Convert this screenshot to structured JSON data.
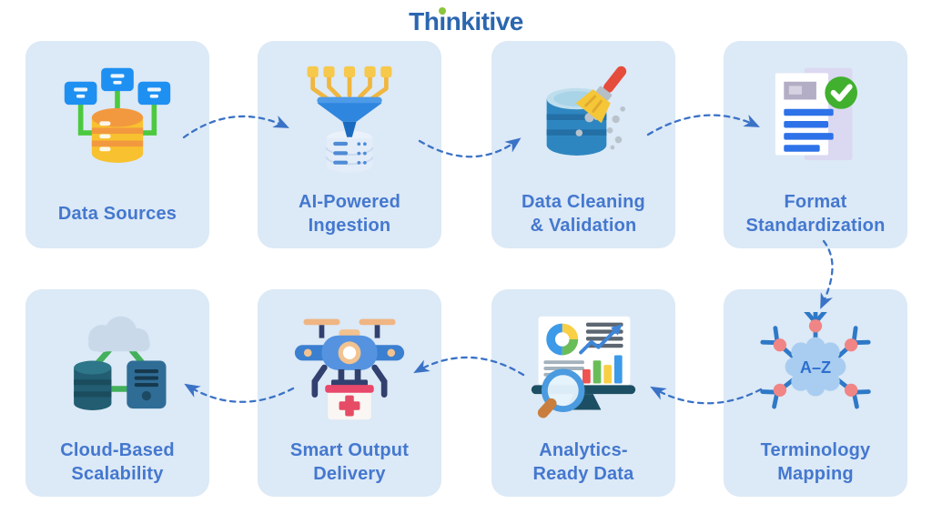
{
  "logo": {
    "part1": "Th",
    "part2": "i",
    "part3": "nkitive",
    "full_text": "Thinkitive",
    "text_color": "#2b66af",
    "dot_color": "#8cc63e"
  },
  "colors": {
    "page_background": "#ffffff",
    "card_background": "#dce9f6",
    "label_text": "#4478cf",
    "arrow": "#3a72c6"
  },
  "cards": [
    {
      "id": "data-sources",
      "label": "Data Sources",
      "icon": "database-network-icon"
    },
    {
      "id": "ai-powered-ingestion",
      "label": "AI-Powered\nIngestion",
      "icon": "funnel-circuit-icon"
    },
    {
      "id": "data-cleaning-validation",
      "label": "Data Cleaning\n& Validation",
      "icon": "database-broom-icon"
    },
    {
      "id": "format-standardization",
      "label": "Format\nStandardization",
      "icon": "document-checkmark-icon"
    },
    {
      "id": "cloud-based-scalability",
      "label": "Cloud-Based\nScalability",
      "icon": "cloud-servers-icon"
    },
    {
      "id": "smart-output-delivery",
      "label": "Smart Output\nDelivery",
      "icon": "delivery-drone-icon"
    },
    {
      "id": "analytics-ready-data",
      "label": "Analytics-\nReady Data",
      "icon": "analytics-dashboard-icon"
    },
    {
      "id": "terminology-mapping",
      "label": "Terminology\nMapping",
      "icon": "az-mapping-icon",
      "badge_text": "A–Z"
    }
  ],
  "connections": [
    {
      "from": "Data Sources",
      "to": "AI-Powered Ingestion"
    },
    {
      "from": "AI-Powered Ingestion",
      "to": "Data Cleaning & Validation"
    },
    {
      "from": "Data Cleaning & Validation",
      "to": "Format Standardization"
    },
    {
      "from": "Format Standardization",
      "to": "Terminology Mapping"
    },
    {
      "from": "Terminology Mapping",
      "to": "Analytics-Ready Data"
    },
    {
      "from": "Analytics-Ready Data",
      "to": "Smart Output Delivery"
    },
    {
      "from": "Smart Output Delivery",
      "to": "Cloud-Based Scalability"
    }
  ]
}
